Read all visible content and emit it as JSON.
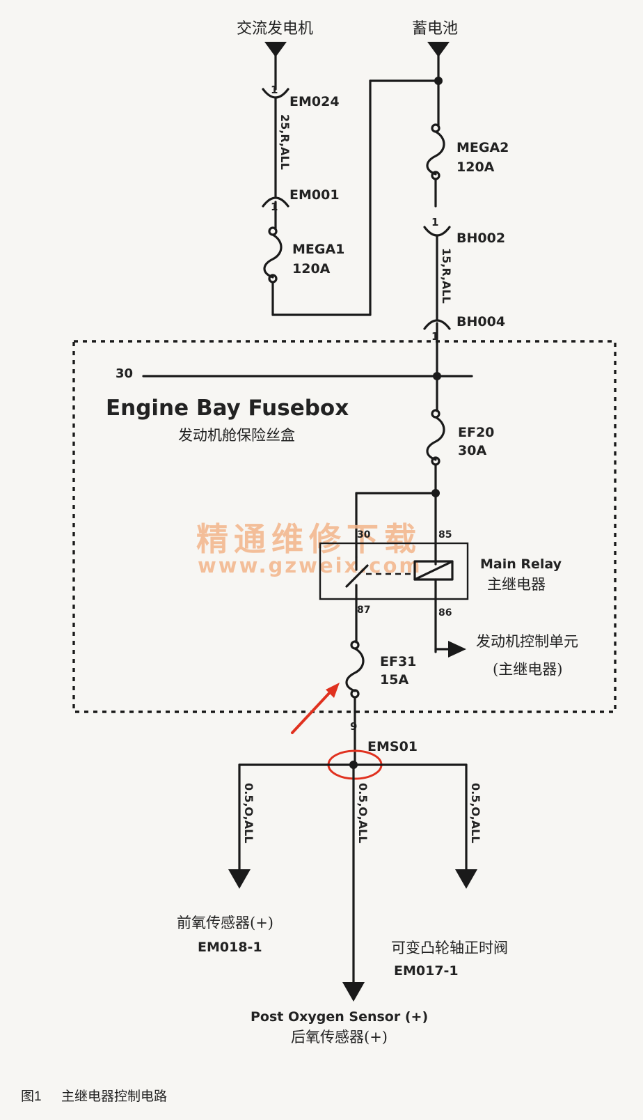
{
  "sources": {
    "alternator": "交流发电机",
    "battery": "蓄电池"
  },
  "connectors": {
    "em024": {
      "id": "EM024",
      "pin": "1"
    },
    "em001": {
      "id": "EM001",
      "pin": "1"
    },
    "bh002": {
      "id": "BH002",
      "pin": "1"
    },
    "bh004": {
      "id": "BH004",
      "pin": "1"
    },
    "ems01": {
      "id": "EMS01",
      "pin": "9"
    }
  },
  "wires": {
    "w1": "25,R,ALL",
    "w2": "15,R,ALL",
    "w3": "0.5,O,ALL",
    "w4": "0.5,O,ALL",
    "w5": "0.5,O,ALL"
  },
  "fuses": {
    "mega1": {
      "name": "MEGA1",
      "rating": "120A"
    },
    "mega2": {
      "name": "MEGA2",
      "rating": "120A"
    },
    "ef20": {
      "name": "EF20",
      "rating": "30A"
    },
    "ef31": {
      "name": "EF31",
      "rating": "15A"
    }
  },
  "fusebox": {
    "title": "Engine Bay Fusebox",
    "subtitle": "发动机舱保险丝盒",
    "bus": "30"
  },
  "relay": {
    "name": "Main Relay",
    "name_cn": "主继电器",
    "pin30": "30",
    "pin85": "85",
    "pin87": "87",
    "pin86": "86"
  },
  "ecu": {
    "line1": "发动机控制单元",
    "line2": "(主继电器)"
  },
  "outputs": {
    "front_o2": {
      "cn": "前氧传感器(+)",
      "code": "EM018-1"
    },
    "vvt": {
      "cn": "可变凸轮轴正时阀",
      "code": "EM017-1"
    },
    "post_o2": {
      "en": "Post Oxygen Sensor (+)",
      "cn": "后氧传感器(+)"
    }
  },
  "watermark": {
    "line1": "精通维修下载",
    "line2": "www.gzweix.com"
  },
  "caption": {
    "fig": "图1",
    "text": "主继电器控制电路"
  },
  "colors": {
    "ink": "#1a1a1a",
    "highlight": "#e0311f",
    "watermark": "#f3b58a",
    "paper": "#f7f6f3"
  },
  "annotations": {
    "arrow": "red arrow pointing to EF31",
    "circle": "red ellipse around EMS01 splice"
  }
}
